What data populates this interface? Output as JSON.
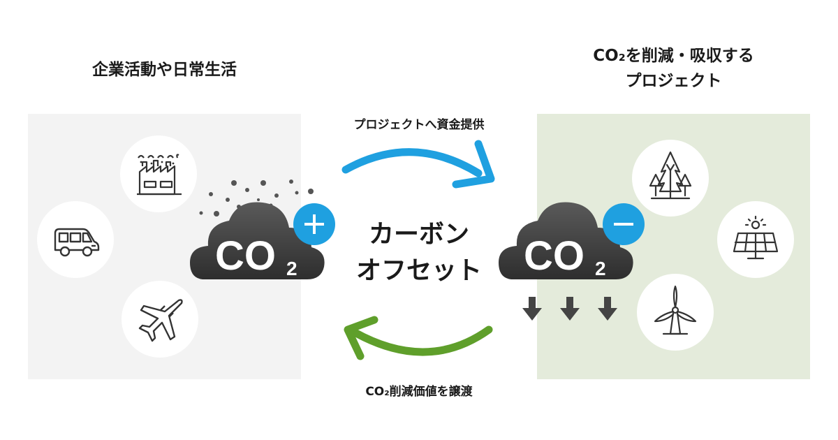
{
  "left_heading": "企業活動や日常生活",
  "right_heading_line1": "CO₂を削減・吸収する",
  "right_heading_line2": "プロジェクト",
  "flow_top_label": "プロジェクトへ資金提供",
  "flow_bottom_label": "CO₂削減価値を譲渡",
  "center_line1": "カーボン",
  "center_line2": "オフセット",
  "cloud_text": "CO",
  "cloud_subscript": "2",
  "colors": {
    "left_panel": "#f3f3f3",
    "right_panel": "#e4ebdb",
    "blue_arrow": "#1fa0e0",
    "green_arrow": "#5f9f2b",
    "cloud_dark": "#454545",
    "down_arrow": "#444444"
  },
  "icons": {
    "left": [
      "factory-icon",
      "car-icon",
      "airplane-icon"
    ],
    "right": [
      "forest-icon",
      "solar-panel-icon",
      "wind-turbine-icon"
    ]
  }
}
